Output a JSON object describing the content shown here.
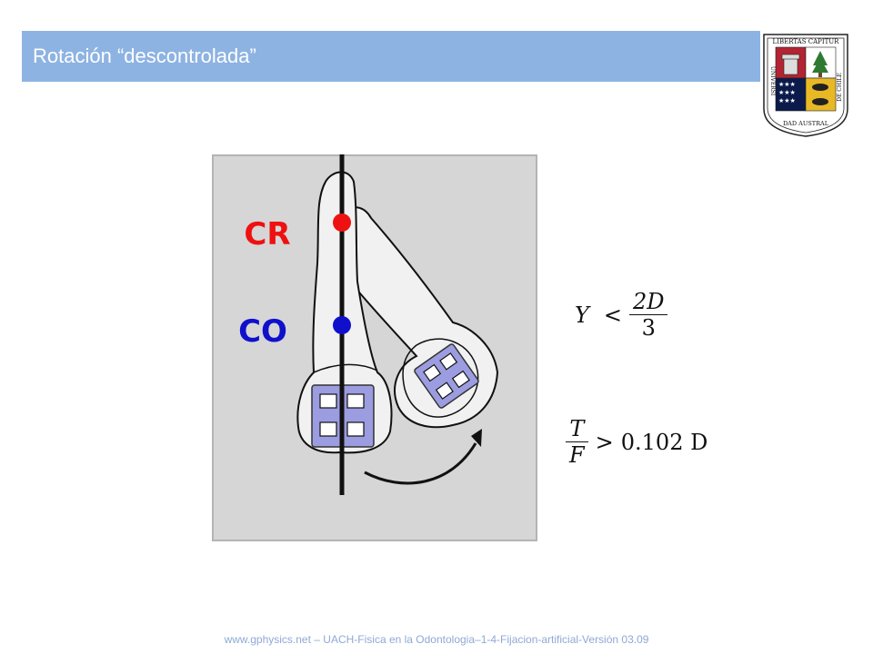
{
  "slide": {
    "title": "Rotación “descontrolada”",
    "footer": "www.gphysics.net – UACH-Fisica en la Odontologia–1-4-Fijacion-artificial-Versión 03.09"
  },
  "logo": {
    "name": "university-crest",
    "text_top": "LIBERTAS CAPITUR",
    "text_left": "UNIVERSI",
    "text_bottom": "DAD AUSTRAL",
    "text_right": "DE CHILE"
  },
  "figure": {
    "labels": {
      "cr": "CR",
      "co": "CO"
    },
    "colors": {
      "cr": "#ee1111",
      "co": "#1010cc",
      "bracket": "#9c9ce0",
      "background": "#d6d6d6"
    }
  },
  "formulas": {
    "f1": {
      "lhs": "Y",
      "op": "<",
      "num": "2D",
      "den": "3"
    },
    "f2": {
      "num": "T",
      "den": "F",
      "op": ">",
      "rhs": "0.102 D"
    }
  }
}
